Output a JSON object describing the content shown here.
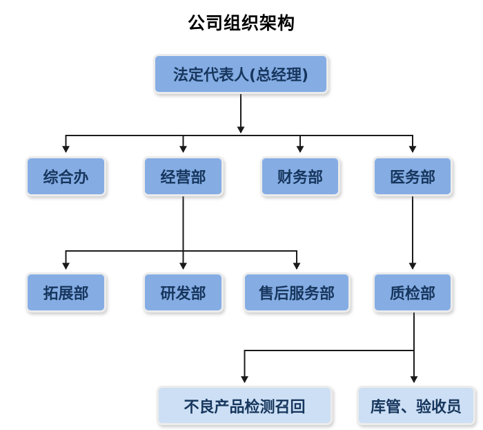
{
  "page": {
    "title": "公司组织架构"
  },
  "colors": {
    "node_fill": "#85ade4",
    "node_fill_light": "#ccdff4",
    "node_border": "#ececec",
    "node_text": "#17365d",
    "connector": "#1a1a1a",
    "title_text": "#000000",
    "background": "#ffffff"
  },
  "org_chart": {
    "nodes": [
      {
        "id": "root",
        "label": "法定代表人(总经理)",
        "level": 1
      },
      {
        "id": "general-office",
        "label": "综合办",
        "level": 2
      },
      {
        "id": "operations",
        "label": "经营部",
        "level": 2
      },
      {
        "id": "finance",
        "label": "财务部",
        "level": 2
      },
      {
        "id": "medical",
        "label": "医务部",
        "level": 2
      },
      {
        "id": "expansion",
        "label": "拓展部",
        "level": 3
      },
      {
        "id": "rnd",
        "label": "研发部",
        "level": 3
      },
      {
        "id": "after-sales",
        "label": "售后服务部",
        "level": 3
      },
      {
        "id": "quality-inspection",
        "label": "质检部",
        "level": 3
      },
      {
        "id": "defective-recall",
        "label": "不良产品检测召回",
        "level": 4
      },
      {
        "id": "warehouse-inspector",
        "label": "库管、验收员",
        "level": 4
      }
    ],
    "edges": [
      {
        "from": "法定代表人(总经理)",
        "to": "综合办"
      },
      {
        "from": "法定代表人(总经理)",
        "to": "经营部"
      },
      {
        "from": "法定代表人(总经理)",
        "to": "财务部"
      },
      {
        "from": "法定代表人(总经理)",
        "to": "医务部"
      },
      {
        "from": "经营部",
        "to": "拓展部"
      },
      {
        "from": "经营部",
        "to": "研发部"
      },
      {
        "from": "经营部",
        "to": "售后服务部"
      },
      {
        "from": "医务部",
        "to": "质检部"
      },
      {
        "from": "质检部",
        "to": "不良产品检测召回"
      },
      {
        "from": "质检部",
        "to": "库管、验收员"
      }
    ]
  }
}
